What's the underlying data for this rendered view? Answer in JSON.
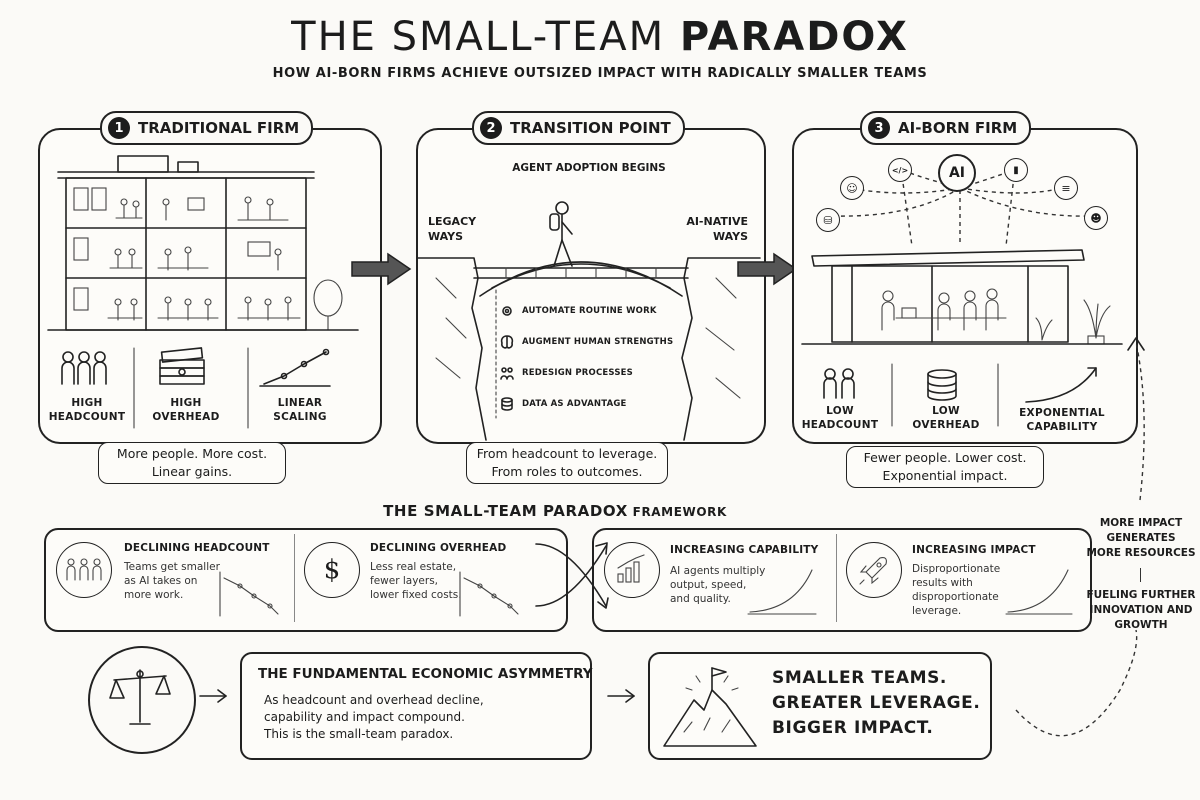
{
  "header": {
    "title_light": "THE SMALL-TEAM ",
    "title_bold": "PARADOX",
    "subtitle": "HOW AI-BORN FIRMS ACHIEVE OUTSIZED IMPACT WITH RADICALLY SMALLER TEAMS"
  },
  "panels": [
    {
      "number": "1",
      "title": "TRADITIONAL FIRM",
      "stats": [
        {
          "line1": "HIGH",
          "line2": "HEADCOUNT"
        },
        {
          "line1": "HIGH",
          "line2": "OVERHEAD"
        },
        {
          "line1": "LINEAR",
          "line2": "SCALING"
        }
      ],
      "caption1": "More people. More cost.",
      "caption2": "Linear gains."
    },
    {
      "number": "2",
      "title": "TRANSITION POINT",
      "top_label": "AGENT ADOPTION BEGINS",
      "left_label": "LEGACY\nWAYS",
      "left_l1": "LEGACY",
      "left_l2": "WAYS",
      "right_l1": "AI-NATIVE",
      "right_l2": "WAYS",
      "items": [
        "AUTOMATE ROUTINE WORK",
        "AUGMENT HUMAN STRENGTHS",
        "REDESIGN PROCESSES",
        "DATA AS ADVANTAGE"
      ],
      "caption1": "From headcount to leverage.",
      "caption2": "From roles to outcomes."
    },
    {
      "number": "3",
      "title": "AI-BORN FIRM",
      "ai_label": "AI",
      "stats": [
        {
          "line1": "LOW",
          "line2": "HEADCOUNT"
        },
        {
          "line1": "LOW",
          "line2": "OVERHEAD"
        },
        {
          "line1": "EXPONENTIAL",
          "line2": "CAPABILITY"
        }
      ],
      "caption1": "Fewer people. Lower cost.",
      "caption2": "Exponential impact."
    }
  ],
  "framework": {
    "title_bold": "THE SMALL-TEAM PARADOX",
    "title_rest": " FRAMEWORK",
    "cards": [
      {
        "heading": "DECLINING HEADCOUNT",
        "l1": "Teams get smaller",
        "l2": "as AI takes on",
        "l3": "more work."
      },
      {
        "heading": "DECLINING OVERHEAD",
        "l1": "Less real estate,",
        "l2": "fewer layers,",
        "l3": "lower fixed costs."
      },
      {
        "heading": "INCREASING CAPABILITY",
        "l1": "AI agents multiply",
        "l2": "output, speed,",
        "l3": "and quality."
      },
      {
        "heading": "INCREASING IMPACT",
        "l1": "Disproportionate",
        "l2": "results with",
        "l3": "disproportionate",
        "l4": "leverage."
      }
    ],
    "dollar": "$"
  },
  "asymmetry": {
    "title": "THE FUNDAMENTAL ECONOMIC ASYMMETRY",
    "l1": "As headcount and overhead decline,",
    "l2": "capability and impact compound.",
    "l3": "This is the small-team paradox."
  },
  "conclusion": {
    "l1": "SMALLER TEAMS.",
    "l2": "GREATER LEVERAGE.",
    "l3": "BIGGER IMPACT."
  },
  "feedback": {
    "l1": "MORE IMPACT",
    "l2": "GENERATES",
    "l3": "MORE RESOURCES",
    "l4": "FUELING FURTHER",
    "l5": "INNOVATION AND",
    "l6": "GROWTH"
  }
}
